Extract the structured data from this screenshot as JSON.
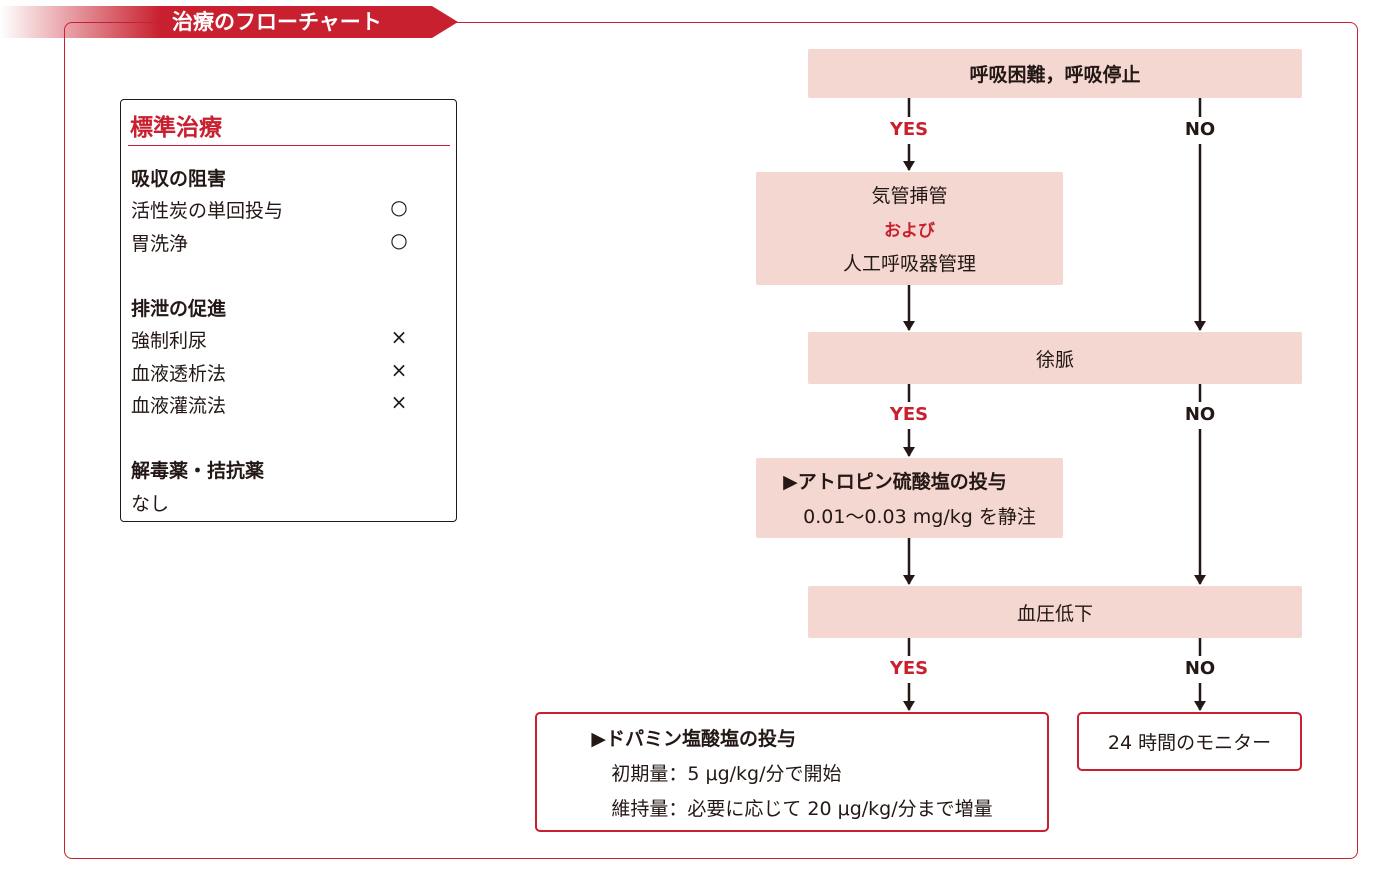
{
  "banner": {
    "title": "治療のフローチャート",
    "color": "#c8202f"
  },
  "standard_treatment": {
    "title": "標準治療",
    "sections": [
      {
        "heading": "吸収の阻害",
        "items": [
          {
            "label": "活性炭の単回投与",
            "mark": "○"
          },
          {
            "label": "胃洗浄",
            "mark": "○"
          }
        ]
      },
      {
        "heading": "排泄の促進",
        "items": [
          {
            "label": "強制利尿",
            "mark": "×"
          },
          {
            "label": "血液透析法",
            "mark": "×"
          },
          {
            "label": "血液灌流法",
            "mark": "×"
          }
        ]
      },
      {
        "heading": "解毒薬・拮抗薬",
        "items": [
          {
            "label": "なし",
            "mark": ""
          }
        ]
      }
    ]
  },
  "flow": {
    "q1": "呼吸困難，呼吸停止",
    "a1": {
      "line1": "気管挿管",
      "line2": "および",
      "line3": "人工呼吸器管理"
    },
    "q2": "徐脈",
    "a2": {
      "line1": "▶アトロピン硫酸塩の投与",
      "line2": "0.01～0.03 mg/kg を静注"
    },
    "q3": "血圧低下",
    "a3": {
      "line1": "▶ドパミン塩酸塩の投与",
      "line2": "初期量：5 μg/kg/分で開始",
      "line3": "維持量：必要に応じて 20 μg/kg/分まで増量"
    },
    "n3": "24 時間のモニター",
    "yes": "YES",
    "no": "NO"
  },
  "colors": {
    "accent": "#c8202f",
    "box_fill": "#f4d7d1",
    "text": "#231815"
  }
}
